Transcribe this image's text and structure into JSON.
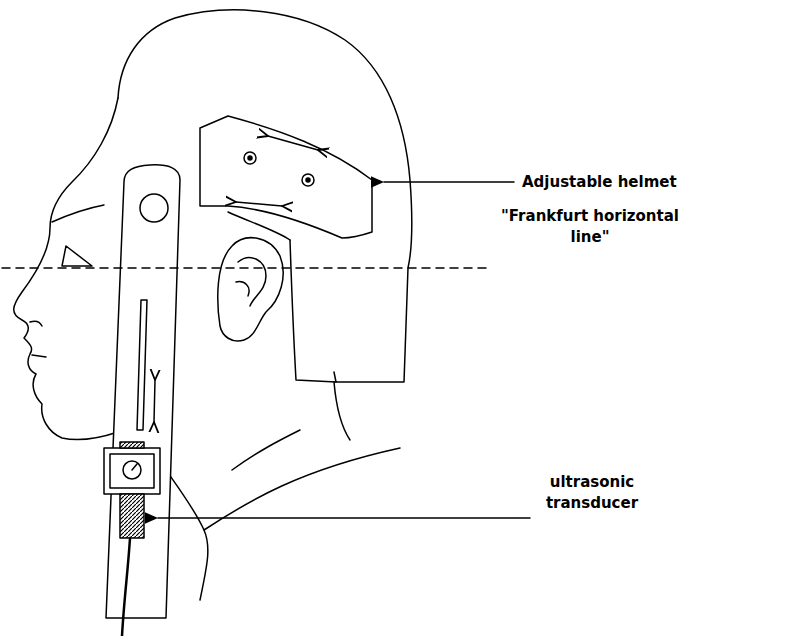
{
  "diagram": {
    "labels": [
      "Adjustable helmet",
      "\"Frankfurt horizontal line\"",
      "ultrasonic transducer"
    ]
  }
}
